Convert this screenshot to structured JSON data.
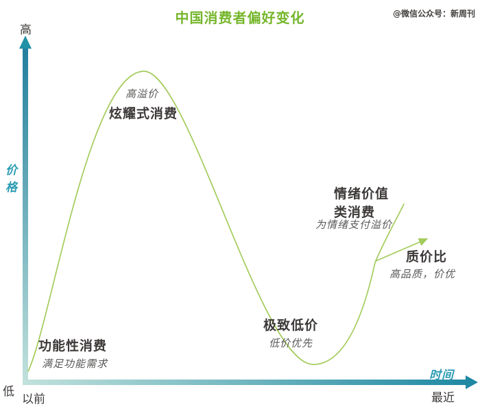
{
  "watermark": "@微信公众号：新周刊",
  "colors": {
    "title_green": "#75b62b",
    "curve_green": "#a3cb5b",
    "axis_teal_dark": "#1f89a3",
    "axis_teal_light": "#c2e2dc",
    "axis_label_teal": "#2b9cb3",
    "label_dark": "#3c3938",
    "note_gray": "#5a5857"
  },
  "chart_data": {
    "type": "line",
    "title": "中国消费者偏好变化",
    "xlabel": "时间",
    "ylabel": "价格",
    "x_tick_labels": [
      "以前",
      "最近"
    ],
    "y_tick_labels": [
      "低",
      "高"
    ],
    "grid": false,
    "legend": false,
    "axis_style": "conceptual arrows, teal gradient, no numeric scale",
    "curve_shape": "low start, rises to high peak, falls to deep trough, rises again and forks into a steep line and a shallower arrow branch",
    "stages": [
      {
        "label": "功能性消费",
        "note": "满足功能需求",
        "time": 0.02,
        "price": 0.05
      },
      {
        "label": "炫耀式消费",
        "note": "高溢价",
        "time": 0.26,
        "price": 0.95
      },
      {
        "label": "极致低价",
        "note": "低价优先",
        "time": 0.64,
        "price": 0.05
      },
      {
        "label": "情绪价值类消费",
        "note": "为情绪支付溢价",
        "time": 0.85,
        "price": 0.55
      },
      {
        "label": "质价比",
        "note": "高品质，价优",
        "time": 0.91,
        "price": 0.42
      }
    ]
  }
}
